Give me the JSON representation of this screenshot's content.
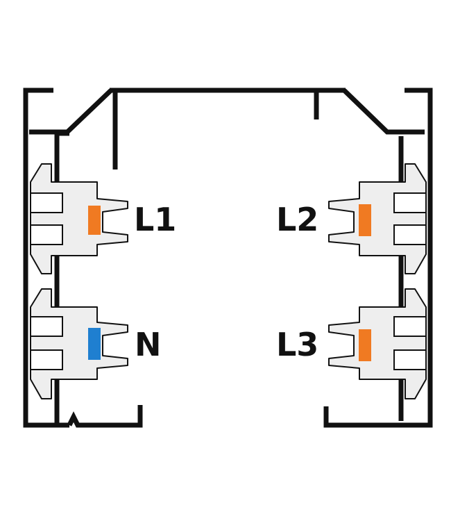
{
  "labels": {
    "l1": "L1",
    "l2": "L2",
    "n": "N",
    "l3": "L3"
  },
  "colors": {
    "phase_marker": "#f07a22",
    "neutral_marker": "#1f7fd0",
    "profile": "#111111",
    "connector_fill": "#eeeeee"
  }
}
